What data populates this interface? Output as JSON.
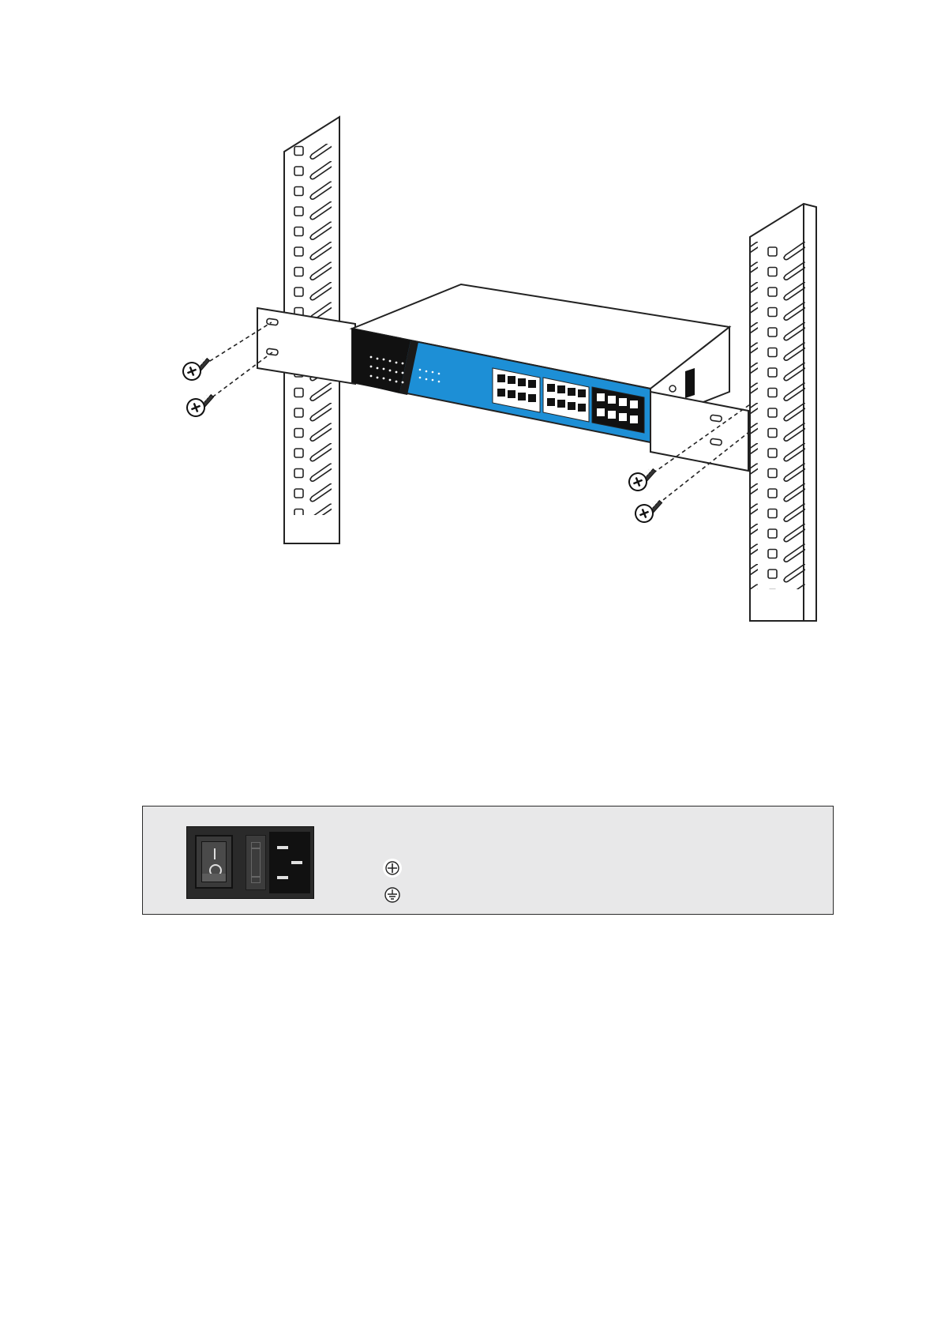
{
  "figure": {
    "rack_rails": 2,
    "screws": 4,
    "ports_blocks": 3
  },
  "icons": {
    "screw": "screw-icon",
    "ground_screw": "ground-screw-icon",
    "earth_ground": "earth-ground-icon",
    "power_switch": "power-switch-icon",
    "fuse": "fuse-icon",
    "ac_inlet": "ac-inlet-icon"
  },
  "colors": {
    "switch_front": "#1d8fd6",
    "switch_dark": "#111111",
    "panel_bg": "#e8e8e9",
    "line": "#222222"
  }
}
